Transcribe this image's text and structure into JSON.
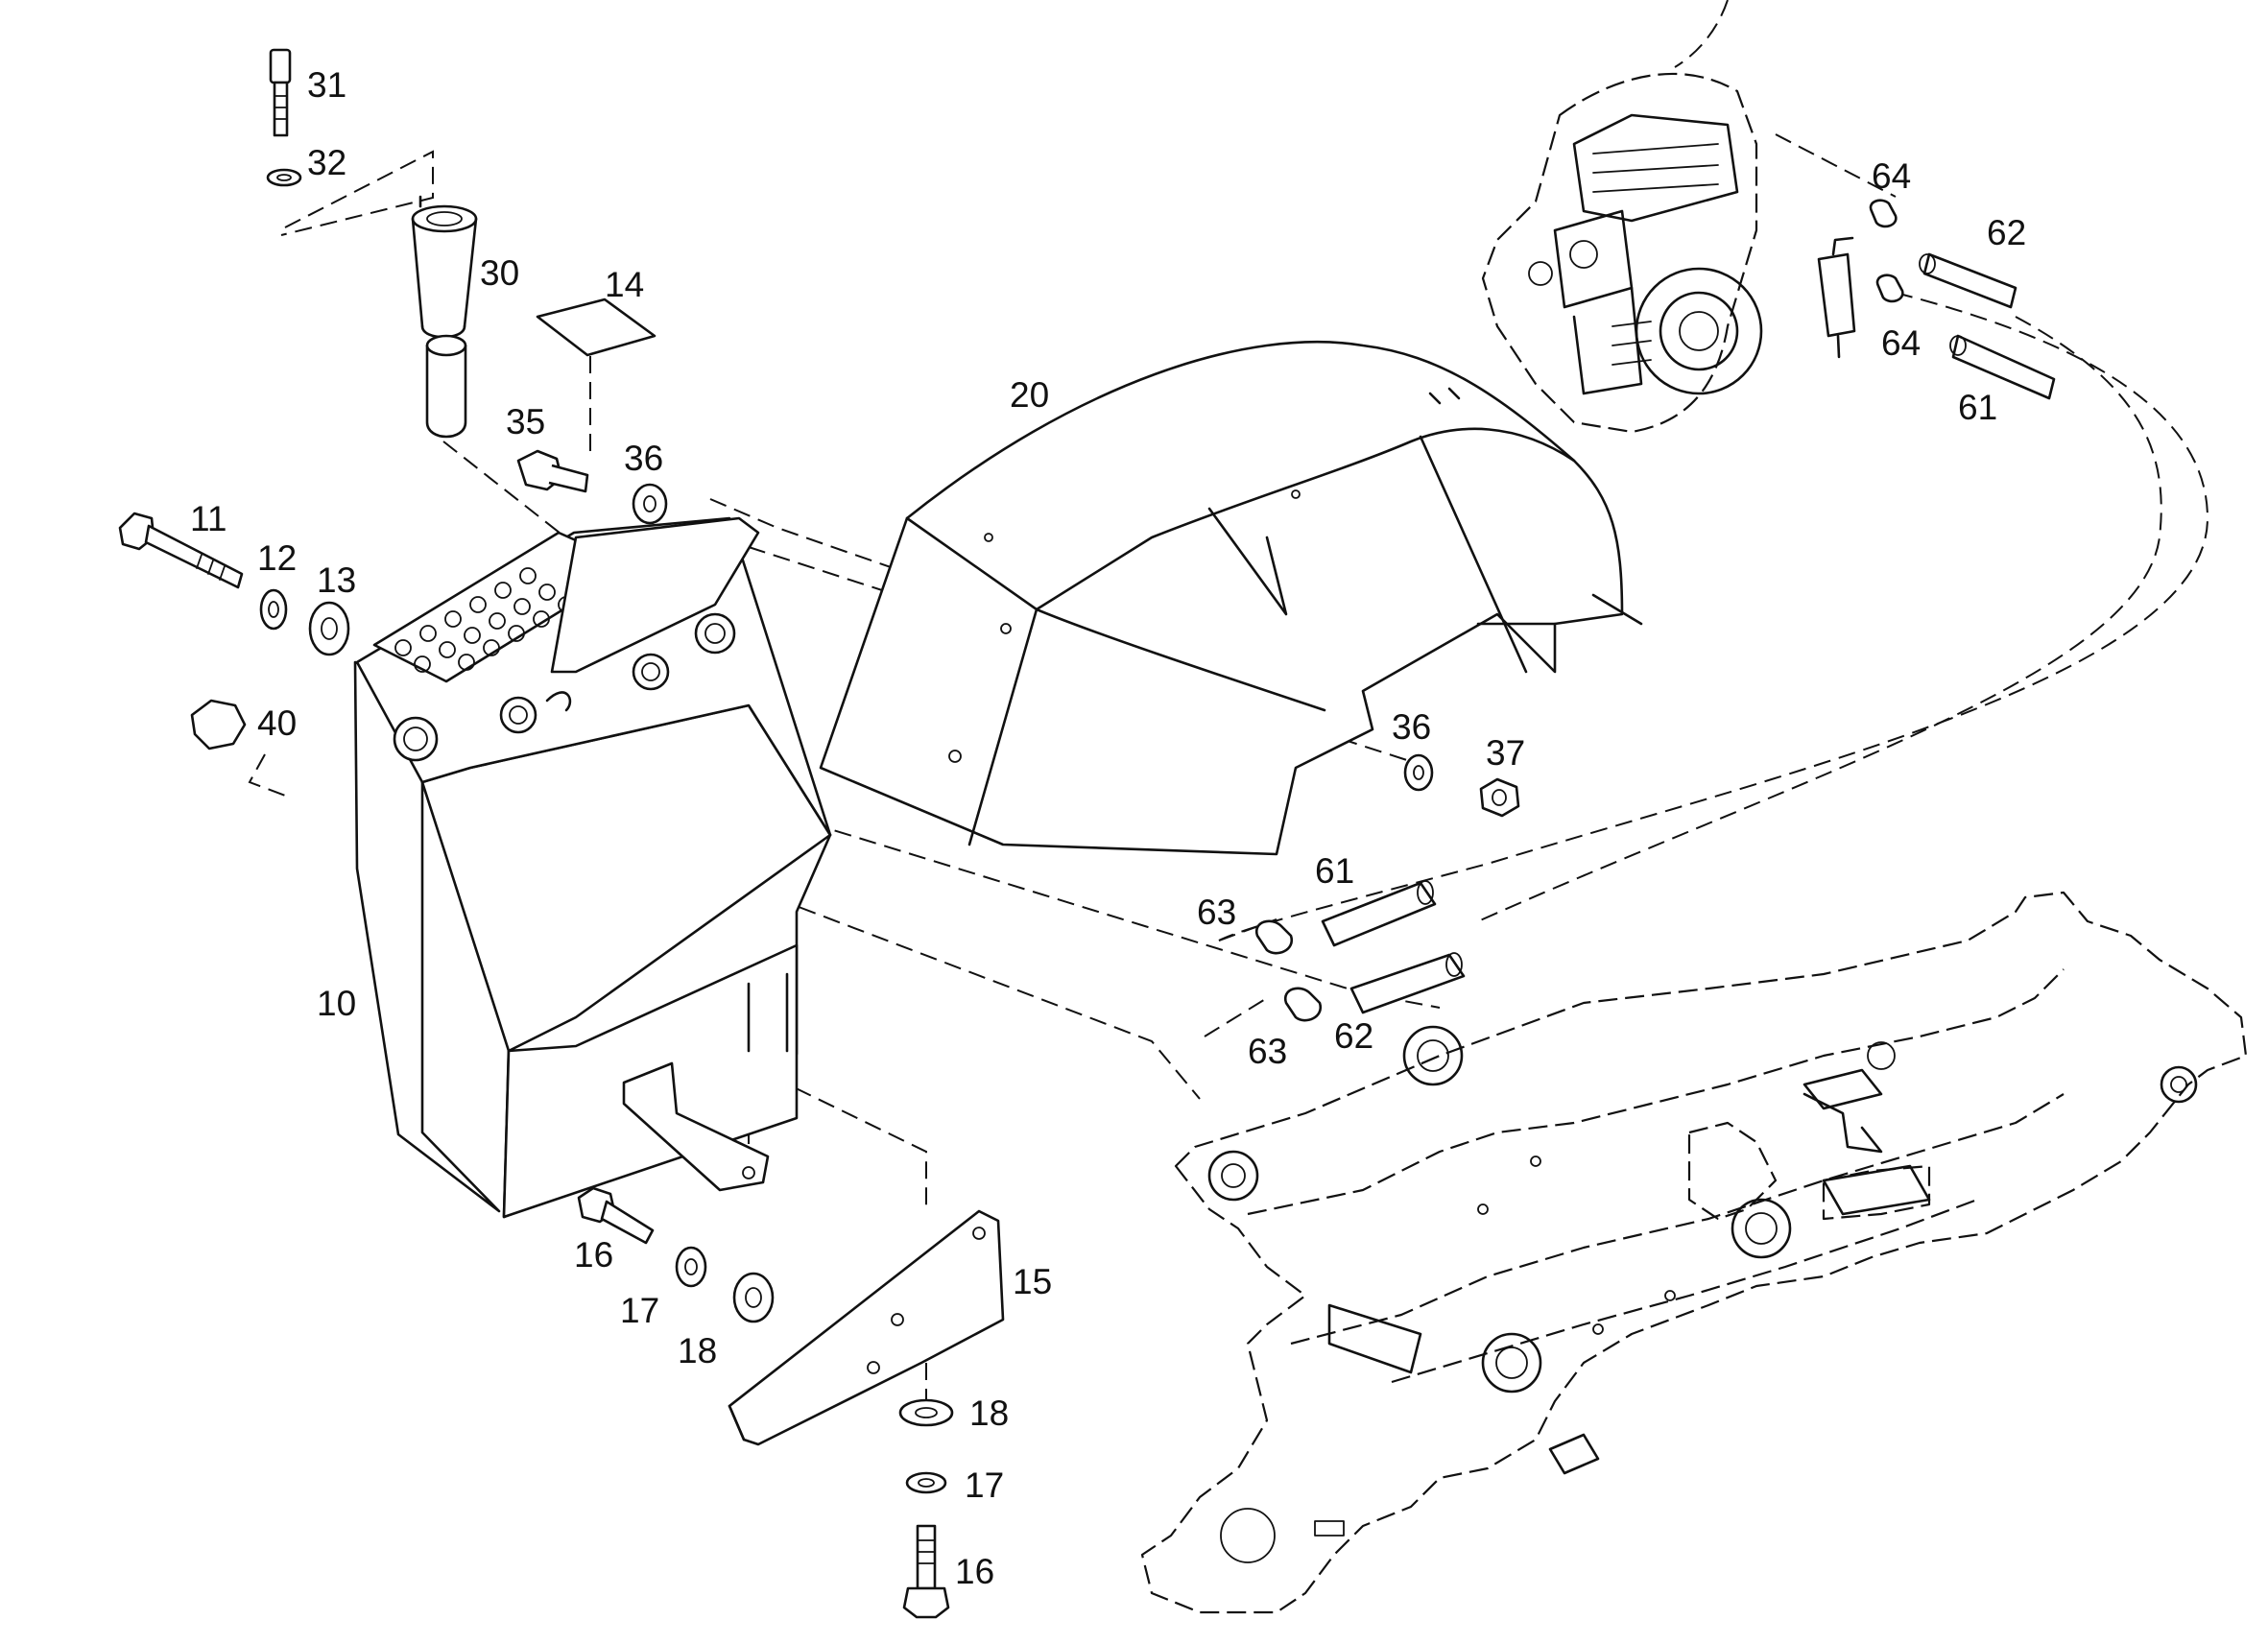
{
  "diagram": {
    "callouts": [
      {
        "id": "c31a",
        "text": "31"
      },
      {
        "id": "c32a",
        "text": "32"
      },
      {
        "id": "c30a",
        "text": "30"
      },
      {
        "id": "c14a",
        "text": "14"
      },
      {
        "id": "c20a",
        "text": "20"
      },
      {
        "id": "c35a",
        "text": "35"
      },
      {
        "id": "c36a",
        "text": "36"
      },
      {
        "id": "c11a",
        "text": "11"
      },
      {
        "id": "c12a",
        "text": "12"
      },
      {
        "id": "c13a",
        "text": "13"
      },
      {
        "id": "c40a",
        "text": "40"
      },
      {
        "id": "c10a",
        "text": "10"
      },
      {
        "id": "c36b",
        "text": "36"
      },
      {
        "id": "c37a",
        "text": "37"
      },
      {
        "id": "c61a",
        "text": "61"
      },
      {
        "id": "c63a",
        "text": "63"
      },
      {
        "id": "c62a",
        "text": "62"
      },
      {
        "id": "c63b",
        "text": "63"
      },
      {
        "id": "c16a",
        "text": "16"
      },
      {
        "id": "c17a",
        "text": "17"
      },
      {
        "id": "c18a",
        "text": "18"
      },
      {
        "id": "c15a",
        "text": "15"
      },
      {
        "id": "c18b",
        "text": "18"
      },
      {
        "id": "c17b",
        "text": "17"
      },
      {
        "id": "c16b",
        "text": "16"
      },
      {
        "id": "c64a",
        "text": "64"
      },
      {
        "id": "c62b",
        "text": "62"
      },
      {
        "id": "c64b",
        "text": "64"
      },
      {
        "id": "c61b",
        "text": "61"
      }
    ]
  }
}
